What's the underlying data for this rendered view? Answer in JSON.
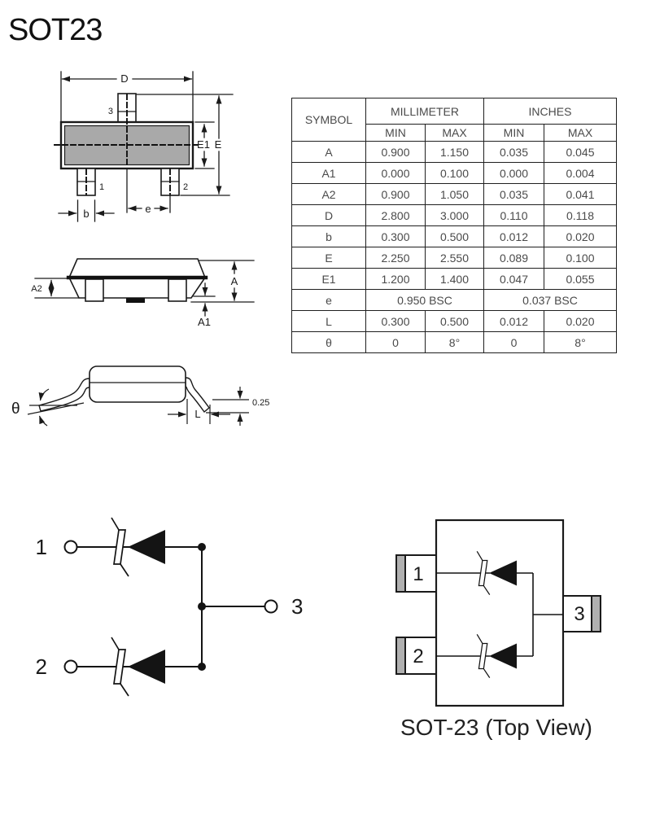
{
  "title": "SOT23",
  "dimensions_table": {
    "header": {
      "symbol": "SYMBOL",
      "millimeter": "MILLIMETER",
      "inches": "INCHES",
      "min": "MIN",
      "max": "MAX"
    },
    "rows": [
      {
        "symbol": "A",
        "mm_min": "0.900",
        "mm_max": "1.150",
        "in_min": "0.035",
        "in_max": "0.045"
      },
      {
        "symbol": "A1",
        "mm_min": "0.000",
        "mm_max": "0.100",
        "in_min": "0.000",
        "in_max": "0.004"
      },
      {
        "symbol": "A2",
        "mm_min": "0.900",
        "mm_max": "1.050",
        "in_min": "0.035",
        "in_max": "0.041"
      },
      {
        "symbol": "D",
        "mm_min": "2.800",
        "mm_max": "3.000",
        "in_min": "0.110",
        "in_max": "0.118"
      },
      {
        "symbol": "b",
        "mm_min": "0.300",
        "mm_max": "0.500",
        "in_min": "0.012",
        "in_max": "0.020"
      },
      {
        "symbol": "E",
        "mm_min": "2.250",
        "mm_max": "2.550",
        "in_min": "0.089",
        "in_max": "0.100"
      },
      {
        "symbol": "E1",
        "mm_min": "1.200",
        "mm_max": "1.400",
        "in_min": "0.047",
        "in_max": "0.055"
      },
      {
        "symbol": "e",
        "mm": "0.950 BSC",
        "in": "0.037 BSC"
      },
      {
        "symbol": "L",
        "mm_min": "0.300",
        "mm_max": "0.500",
        "in_min": "0.012",
        "in_max": "0.020"
      },
      {
        "symbol": "θ",
        "mm_min": "0",
        "mm_max": "8°",
        "in_min": "0",
        "in_max": "8°"
      }
    ]
  },
  "outline_drawing": {
    "labels": {
      "d": "D",
      "pin3": "3",
      "pin1": "1",
      "pin2": "2",
      "e1": "E1",
      "e_dim": "E",
      "pitch": "e",
      "b": "b"
    }
  },
  "side_view_drawing": {
    "labels": {
      "a2": "A2",
      "a": "A",
      "a1": "A1"
    }
  },
  "lead_detail_drawing": {
    "labels": {
      "theta": "θ",
      "l": "L",
      "standoff": "0.25"
    }
  },
  "schematic": {
    "pins": {
      "pin1": "1",
      "pin2": "2",
      "pin3": "3"
    }
  },
  "package_top_view": {
    "pins": {
      "pin1": "1",
      "pin2": "2",
      "pin3": "3"
    },
    "caption": "SOT-23 (Top View)"
  },
  "colors": {
    "body_fill": "#a9a9a9",
    "pad_fill": "#b0b0b0",
    "line": "#1a1a1a",
    "table_text": "#4a4a4a"
  }
}
